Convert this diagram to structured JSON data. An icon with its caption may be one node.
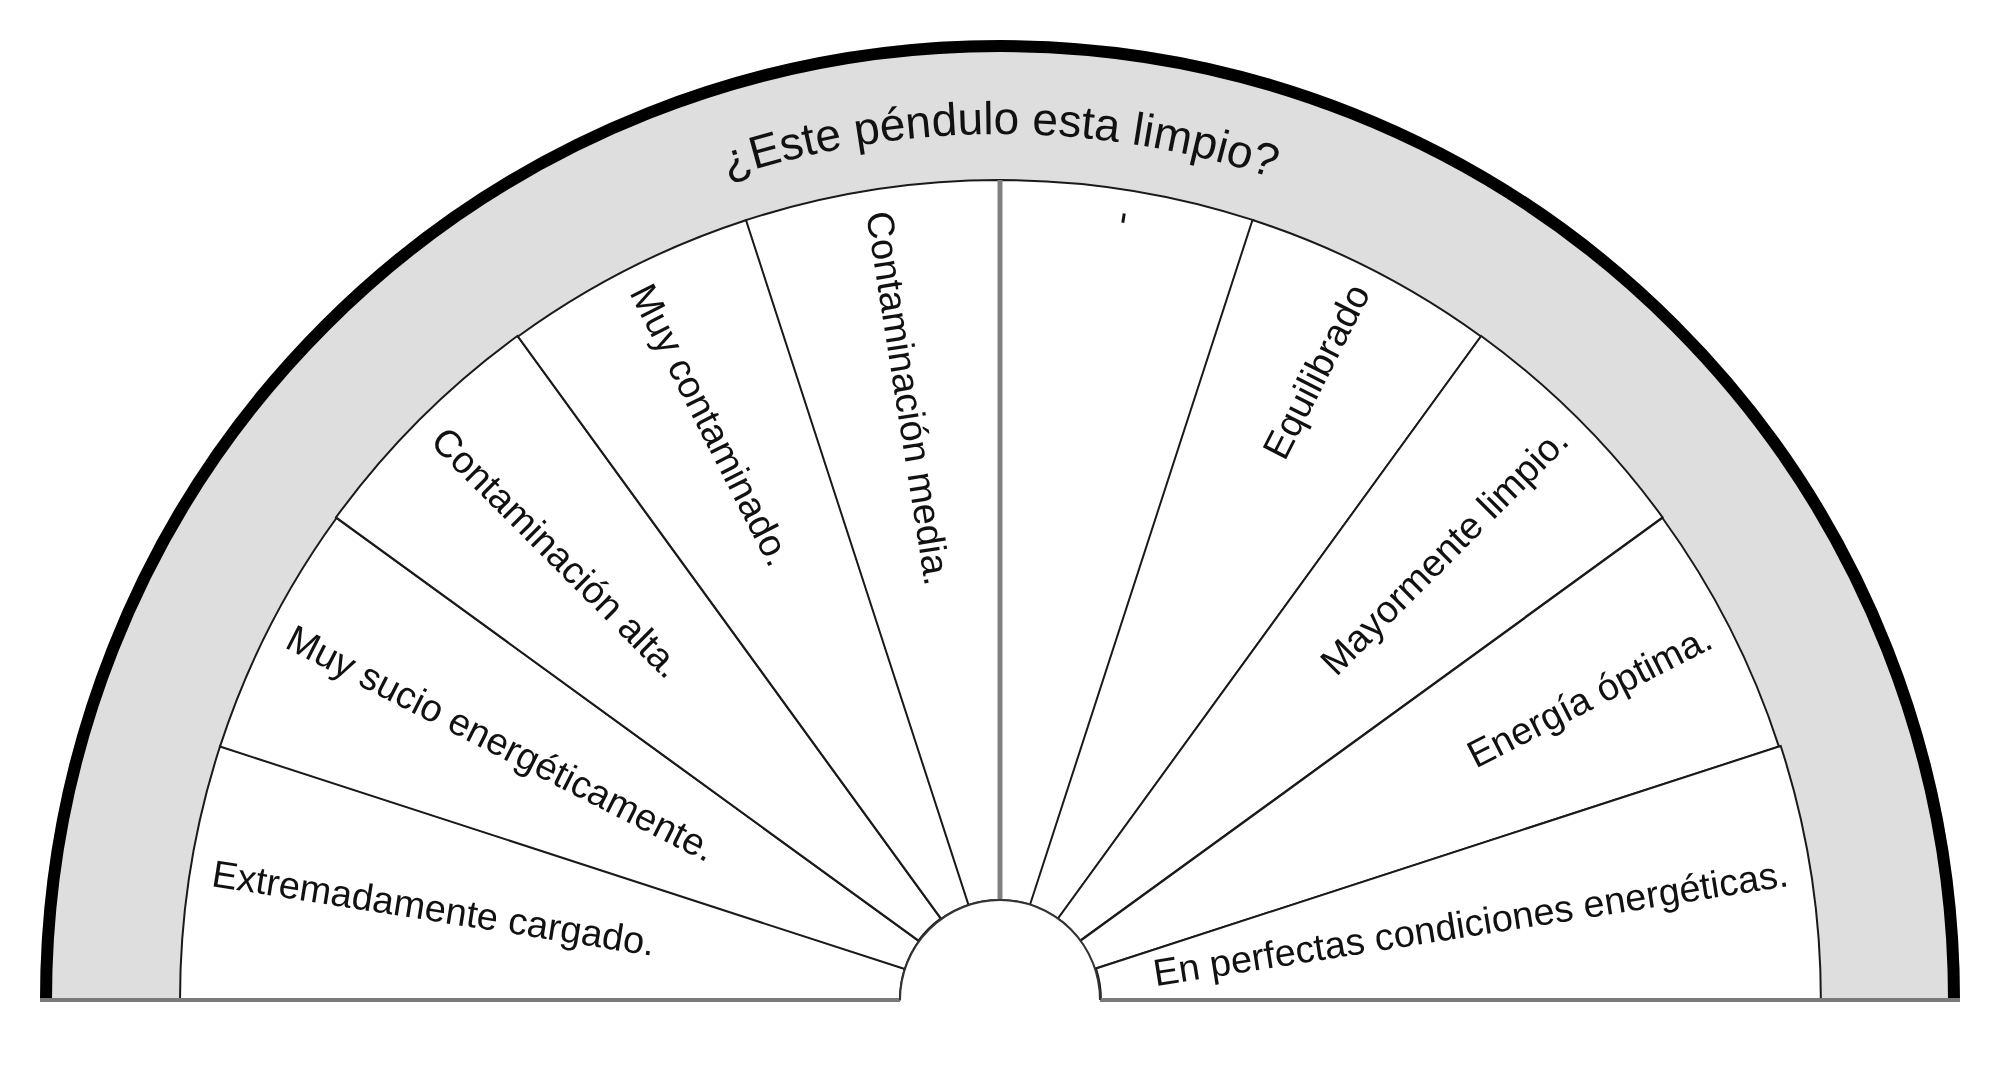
{
  "diagram": {
    "title": "¿Este péndulo esta limpio?",
    "nodes": [
      {
        "text": [
          "Extremadamente cargado."
        ]
      },
      {
        "text": [
          "Muy sucio energéticamente."
        ]
      },
      {
        "text": [
          "Contaminación alta."
        ]
      },
      {
        "text": [
          "Muy contaminado."
        ]
      },
      {
        "text": [
          "Contaminación media."
        ]
      },
      {
        "text": [
          "-"
        ]
      },
      {
        "text": [
          "Equilibrado"
        ]
      },
      {
        "text": [
          "Mayormente limpio."
        ]
      },
      {
        "text": [
          "Energía óptima."
        ]
      },
      {
        "text": [
          "En perfectas condiciones energéticas."
        ]
      }
    ]
  }
}
